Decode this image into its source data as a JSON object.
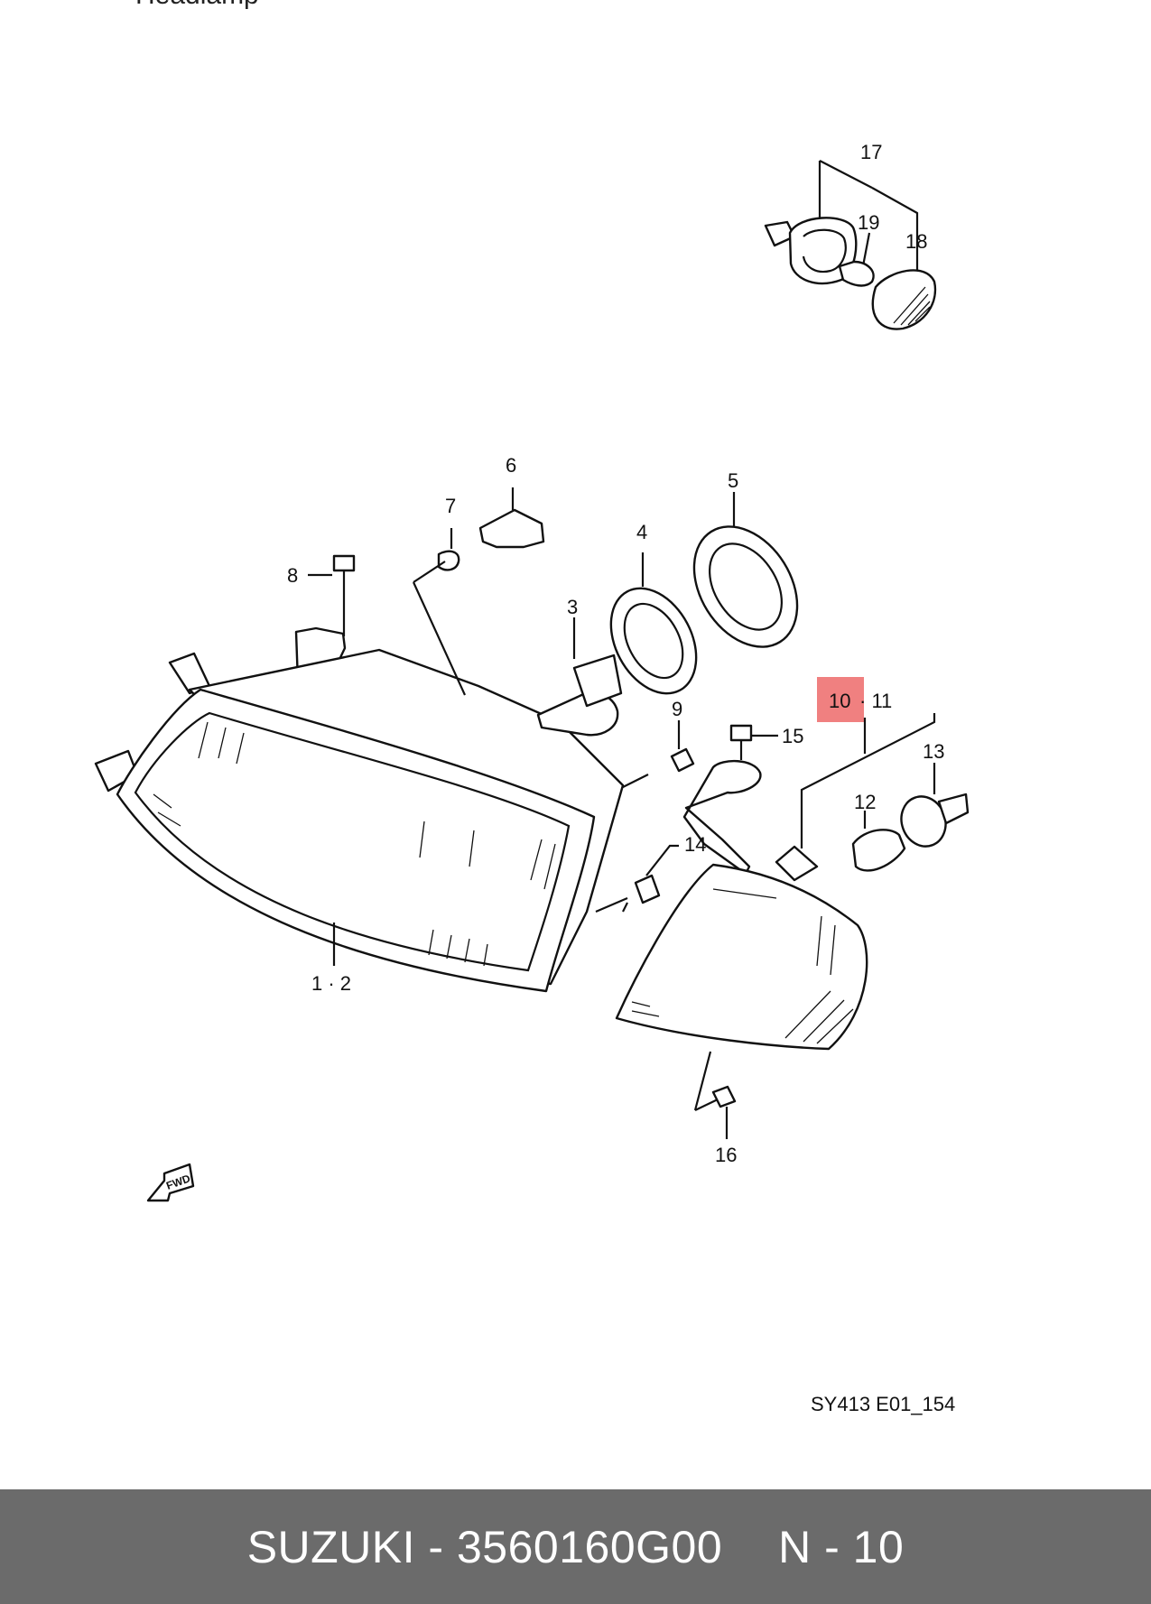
{
  "top_fragment": "Headlamp",
  "callouts": {
    "c1": "1 · 2",
    "c3": "3",
    "c4": "4",
    "c5": "5",
    "c6": "6",
    "c7": "7",
    "c8": "8",
    "c9": "9",
    "c10_11_a": "10",
    "c10_11_b": "· 11",
    "c12": "12",
    "c13": "13",
    "c14": "14",
    "c15": "15",
    "c16": "16",
    "c17": "17",
    "c18": "18",
    "c19": "19"
  },
  "fwd_label": "FWD",
  "diagram_code": "SY413 E01_154",
  "footer": {
    "part_text": "SUZUKI - 3560160G00",
    "ref_text": "N - 10"
  },
  "colors": {
    "highlight": "#f08080",
    "footer_bg": "#6b6b6b"
  }
}
